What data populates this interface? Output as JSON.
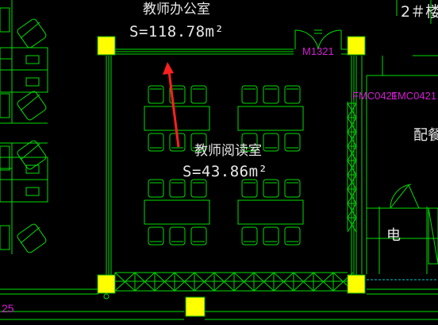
{
  "labels": {
    "office_name": "教师办公室",
    "office_area": "S=118.78m²",
    "reading_name": "教师阅读室",
    "reading_area": "S=43.86m²",
    "building": "2＃楼",
    "door_m1321": "M1321",
    "door_fm": "FMC0421",
    "door_fm2": "FMC0421",
    "side_room": "配餐",
    "elec": "电",
    "axis_left": "25"
  },
  "colors": {
    "background": "#000000",
    "wall": "#00dd00",
    "column": "#ffff00",
    "text": "#e8e8e8",
    "door_tag": "#d21ed2",
    "arrow": "#ff2020",
    "cyan_line": "#00c8c8"
  }
}
